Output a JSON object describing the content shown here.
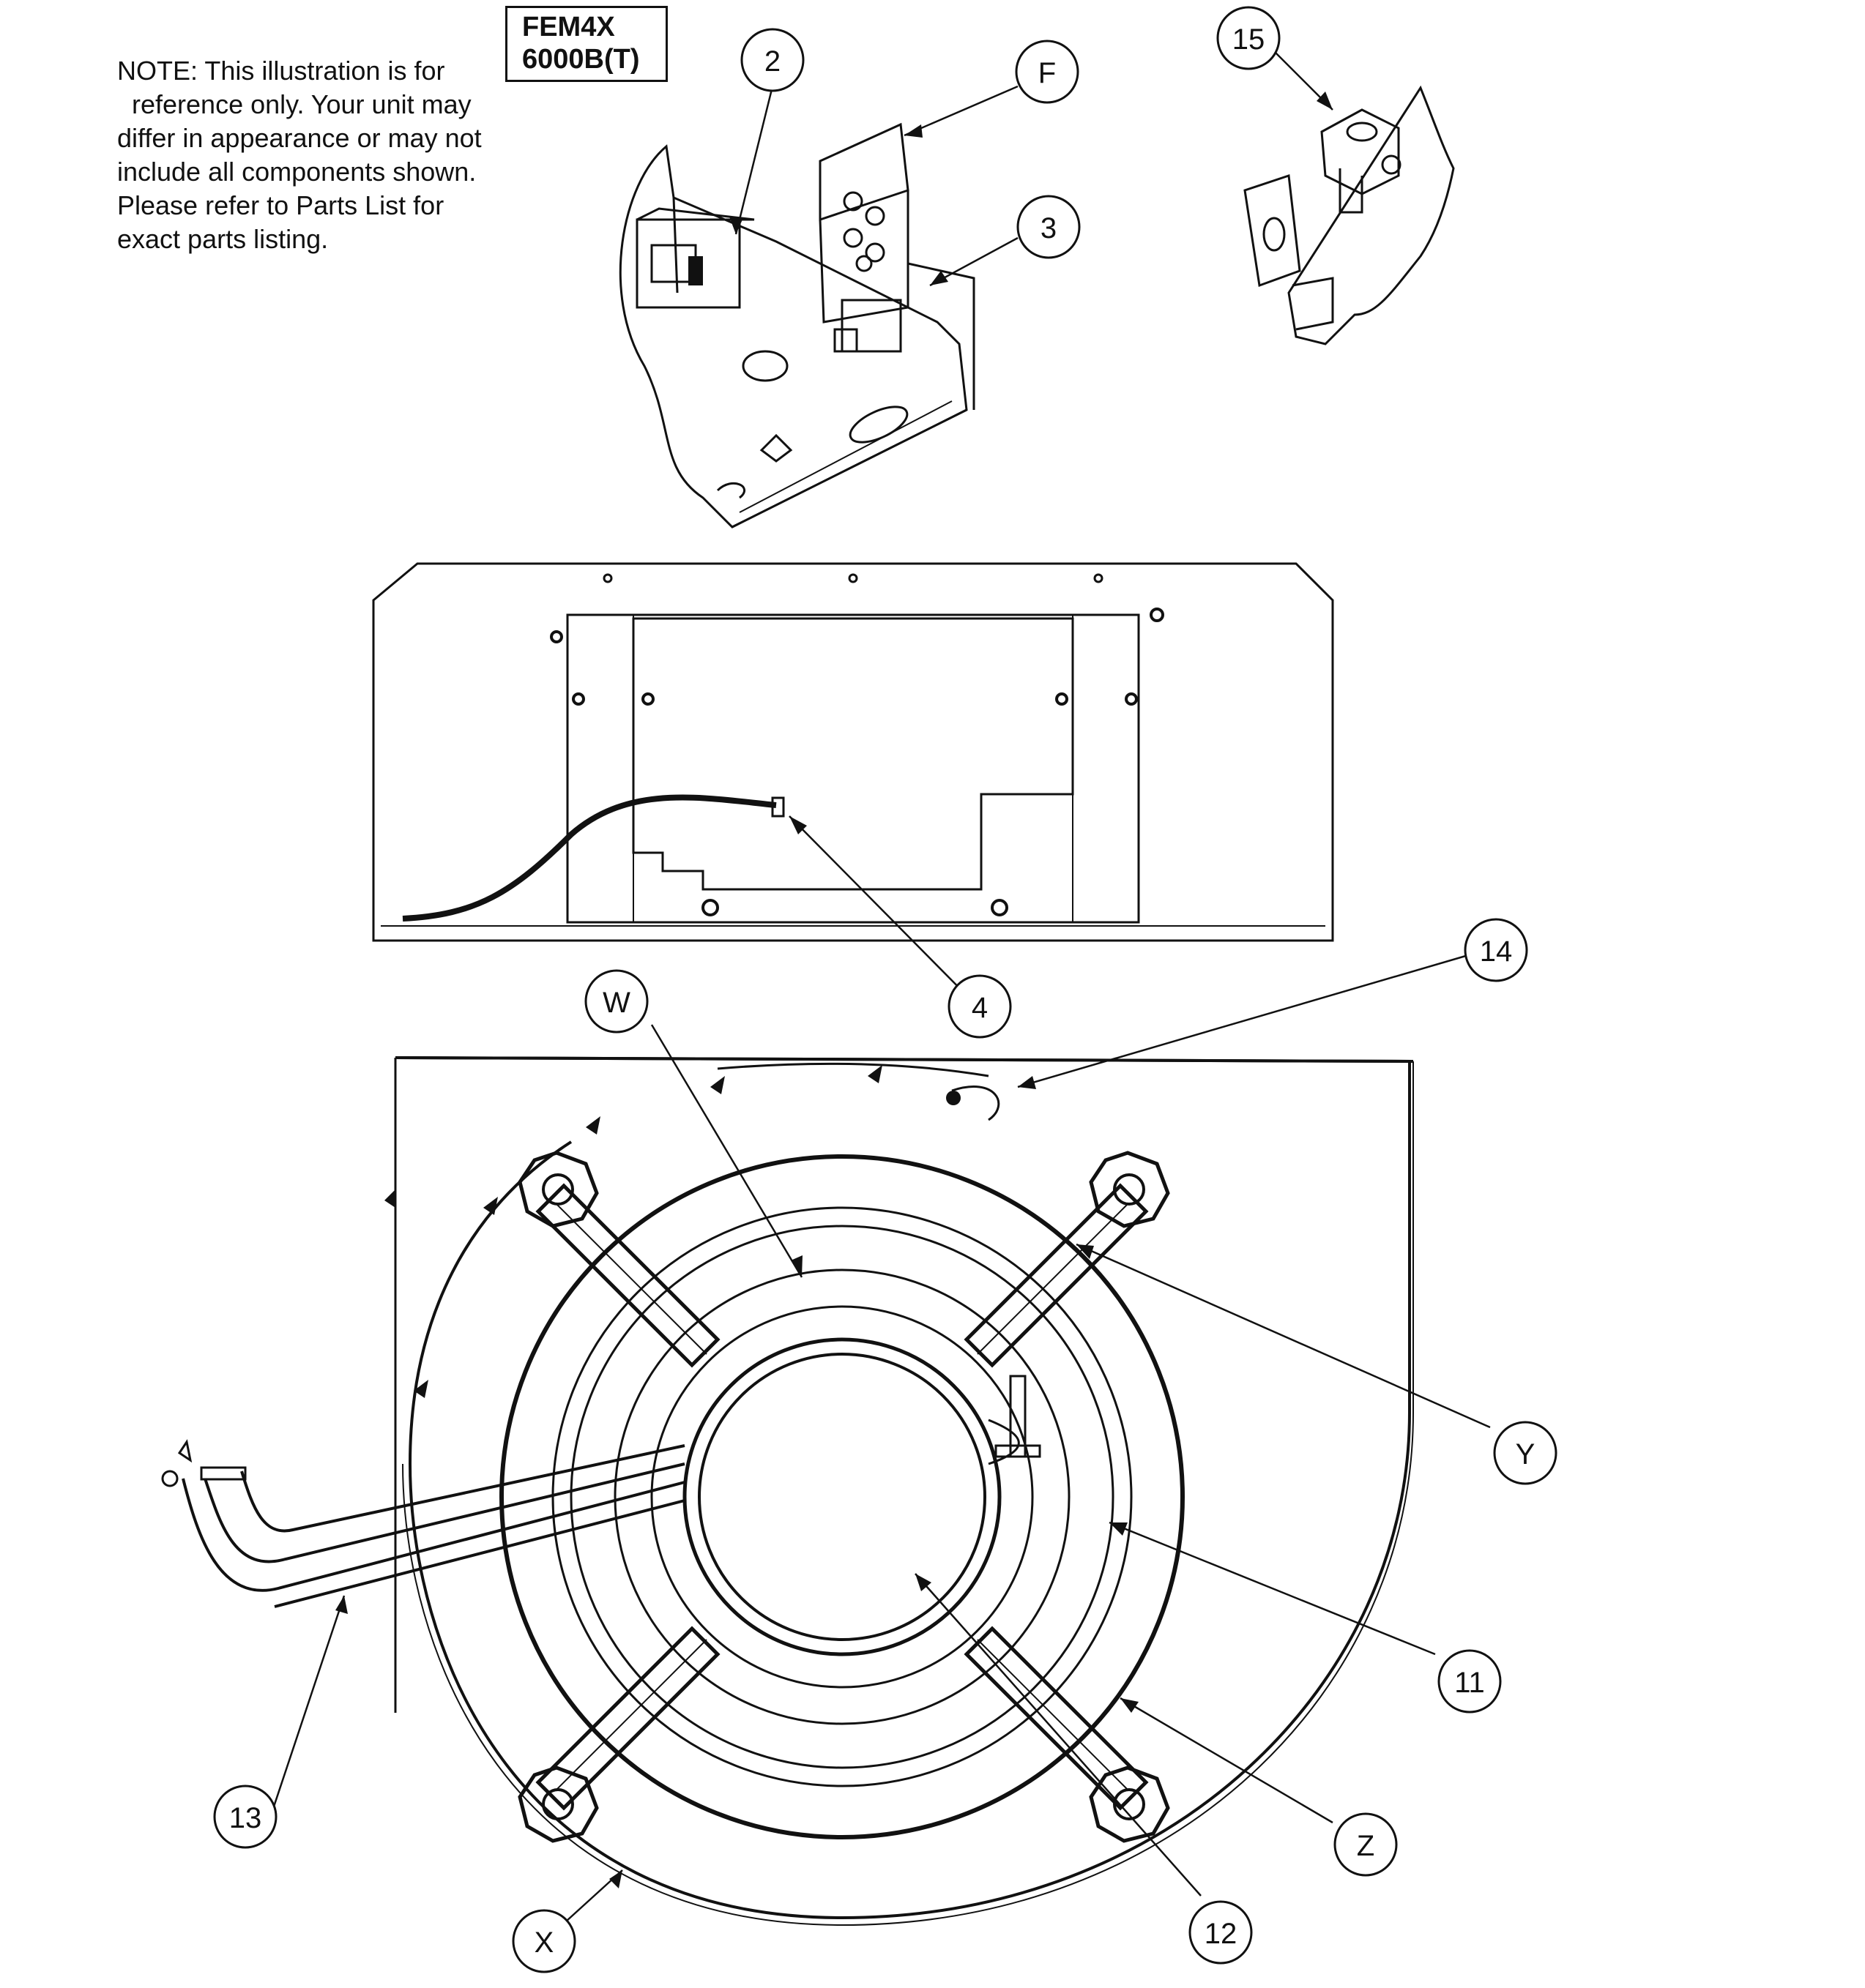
{
  "note": {
    "lines": [
      "NOTE: This illustration is for",
      "reference only.  Your unit may",
      "differ in appearance or may not",
      "include all components shown.",
      "Please refer to Parts List for",
      "exact parts listing."
    ]
  },
  "model": {
    "line1": "FEM4X",
    "line2": "6000B(T)"
  },
  "callouts": {
    "c2": "2",
    "cF": "F",
    "c3": "3",
    "c15": "15",
    "c4": "4",
    "c14": "14",
    "cW": "W",
    "cY": "Y",
    "c11": "11",
    "c13": "13",
    "cZ": "Z",
    "cX": "X",
    "c12": "12"
  }
}
